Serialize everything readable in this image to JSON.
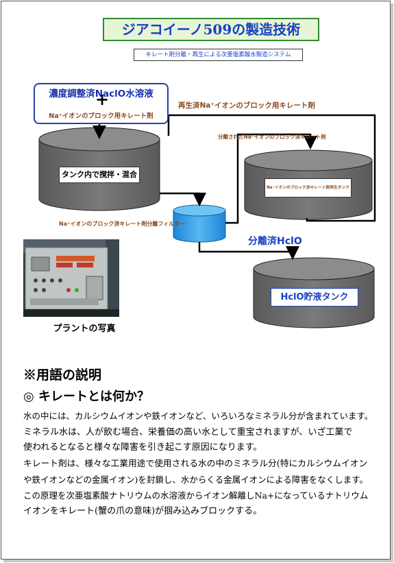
{
  "header": {
    "title": "ジアコイーノ509の製造技術",
    "subtitle": "キレート剤分離・再生による次亜塩素酸水製造システム"
  },
  "diagram": {
    "input_line1": "濃度調整済NaclO水溶液",
    "input_plus": "+",
    "input_line2": "Na⁺イオンのブロック用キレート剤",
    "regen_label": "再生済Na⁺イオンのブロック用キレート剤",
    "separated_label": "分離されたNa⁺イオンのブロック済キレート剤",
    "mix_tank": "タンク内で撹拌・混合",
    "regen_tank": "Na⁺イオンのブロック済キレート剤再生タンク",
    "filter_label": "Na⁺イオンのブロック済キレート剤分離フィルター",
    "separated_hclo": "分離済HclO",
    "storage_tank": "HclO貯液タンク"
  },
  "photo": {
    "caption": "プラントの写真"
  },
  "glossary": {
    "heading": "※用語の説明",
    "subheading": "◎ キレートとは何か？",
    "lines": [
      "水の中には、カルシウムイオンや鉄イオンなど、いろいろなミネラル分が含まれています。",
      "ミネラル水は、人が飲む場合、栄養価の高い水として重宝されますが、いざ工業で",
      "使われるとなると様々な障害を引き起こす原因になります。",
      "キレート剤は、様々な工業用途で使用される水の中のミネラル分(特にカルシウムイオン",
      "や鉄イオンなどの金属イオン)を封鎖し、水からくる金属イオンによる障害をなくします。",
      "この原理を次亜塩素酸ナトリウムの水溶液からイオン解離しNa+になっているナトリウム",
      "イオンをキレート(蟹の爪の意味)が掴み込みブロックする。"
    ]
  },
  "colors": {
    "title_text": "#1a3fc0",
    "title_border": "#2e8b2e",
    "title_bg": "#e6f5d6",
    "tank_fill": "#6b6b6b",
    "tank_top": "#8a8a8a",
    "filter_fill": "#3ba3e8",
    "label_brown": "#8a4a1a"
  }
}
